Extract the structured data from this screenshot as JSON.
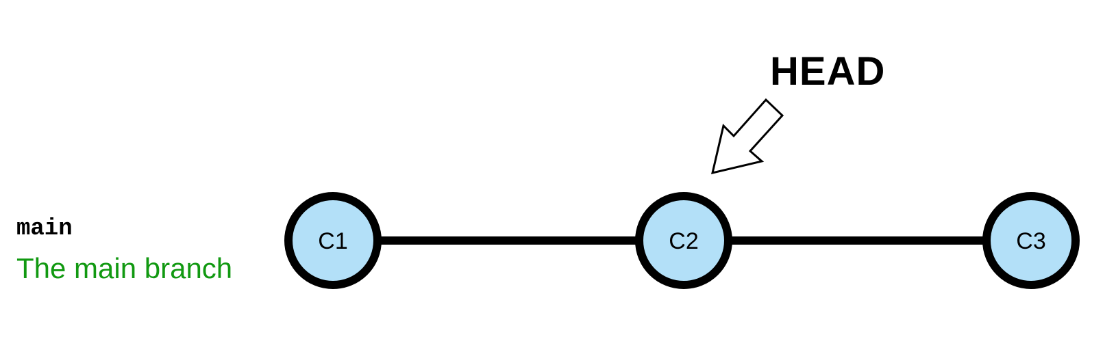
{
  "branch": {
    "name": "main",
    "description": "The main branch",
    "description_color": "#119911"
  },
  "head": {
    "label": "HEAD",
    "points_to": "C2"
  },
  "commits": [
    {
      "id": "C1"
    },
    {
      "id": "C2"
    },
    {
      "id": "C3"
    }
  ],
  "colors": {
    "commit_fill": "#b3e0f8",
    "stroke": "#000000",
    "arrow_fill": "#ffffff"
  }
}
